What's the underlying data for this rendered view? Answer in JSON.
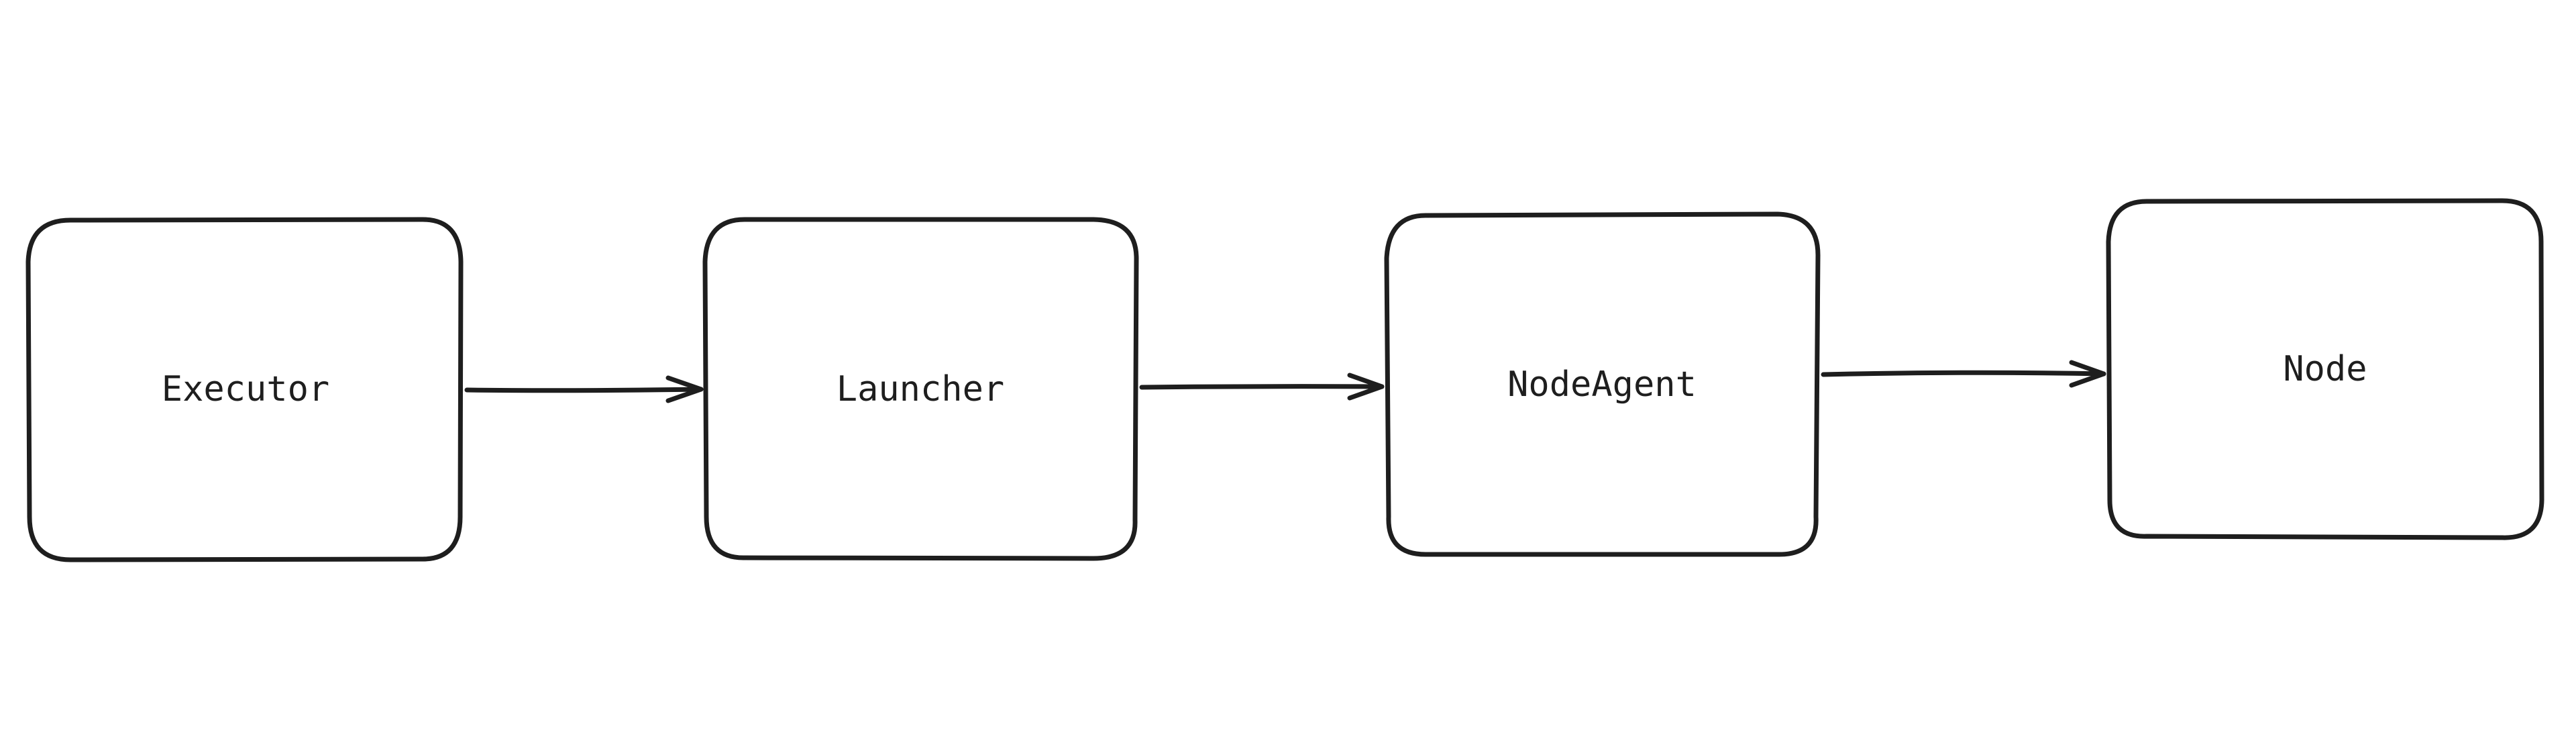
{
  "nodes": [
    {
      "label": "Executor"
    },
    {
      "label": "Launcher"
    },
    {
      "label": "NodeAgent"
    },
    {
      "label": "Node"
    }
  ],
  "edges": [
    {
      "from": "Executor",
      "to": "Launcher"
    },
    {
      "from": "Launcher",
      "to": "NodeAgent"
    },
    {
      "from": "NodeAgent",
      "to": "Node"
    }
  ],
  "colors": {
    "stroke": "#1e1e1e",
    "background": "#ffffff"
  }
}
